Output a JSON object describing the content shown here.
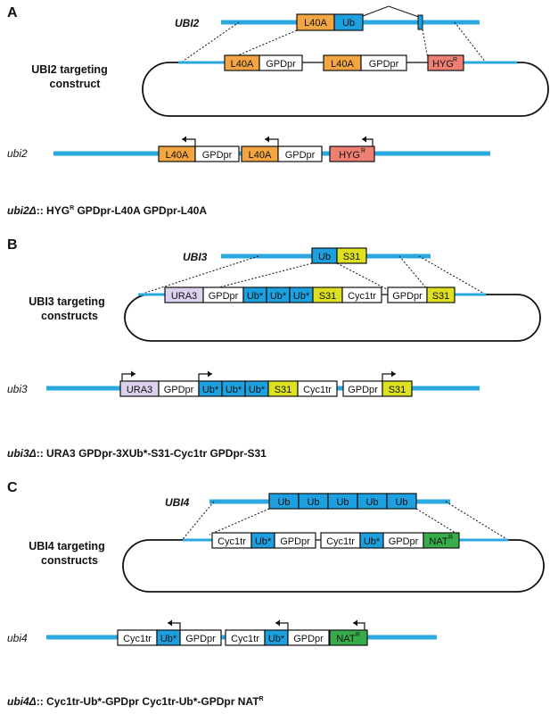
{
  "colors": {
    "line": "#29a9e0",
    "orange": "#f2a541",
    "blue": "#1da0e0",
    "red": "#ee7f72",
    "yellow": "#dde120",
    "lavender": "#ddd2ee",
    "green": "#36ad4a",
    "white": "#ffffff"
  },
  "panelA": {
    "label": "A",
    "gene": "UBI2",
    "gene_boxes": [
      "L40A",
      "Ub"
    ],
    "construct_title_1": "UBI2 targeting",
    "construct_title_2": "construct",
    "construct_boxes": [
      "L40A",
      "GPDpr",
      "L40A",
      "GPDpr",
      "HYG"
    ],
    "hyg_sup": "R",
    "mutant": "ubi2",
    "mutant_boxes": [
      "L40A",
      "GPDpr",
      "L40A",
      "GPDpr",
      "HYG"
    ],
    "caption_mut": "ubi2Δ",
    "caption_rest": ":: HYG",
    "caption_sup": "R",
    "caption_tail": " GPDpr-L40A GPDpr-L40A"
  },
  "panelB": {
    "label": "B",
    "gene": "UBI3",
    "gene_boxes": [
      "Ub",
      "S31"
    ],
    "construct_title_1": "UBI3 targeting",
    "construct_title_2": "constructs",
    "construct_boxes": [
      "URA3",
      "GPDpr",
      "Ub*",
      "Ub*",
      "Ub*",
      "S31",
      "Cyc1tr",
      "GPDpr",
      "S31"
    ],
    "mutant": "ubi3",
    "mutant_boxes": [
      "URA3",
      "GPDpr",
      "Ub*",
      "Ub*",
      "Ub*",
      "S31",
      "Cyc1tr",
      "GPDpr",
      "S31"
    ],
    "caption_mut": "ubi3Δ",
    "caption_rest": ":: URA3 GPDpr-3XUb*-S31-Cyc1tr GPDpr-S31"
  },
  "panelC": {
    "label": "C",
    "gene": "UBI4",
    "gene_boxes": [
      "Ub",
      "Ub",
      "Ub",
      "Ub",
      "Ub"
    ],
    "construct_title_1": "UBI4 targeting",
    "construct_title_2": "constructs",
    "construct_boxes": [
      "Cyc1tr",
      "Ub*",
      "GPDpr",
      "Cyc1tr",
      "Ub*",
      "GPDpr",
      "NAT"
    ],
    "nat_sup": "R",
    "mutant": "ubi4",
    "mutant_boxes": [
      "Cyc1tr",
      "Ub*",
      "GPDpr",
      "Cyc1tr",
      "Ub*",
      "GPDpr",
      "NAT"
    ],
    "caption_mut": "ubi4Δ",
    "caption_rest": ":: Cyc1tr-Ub*-GPDpr Cyc1tr-Ub*-GPDpr NAT",
    "caption_sup": "R"
  }
}
